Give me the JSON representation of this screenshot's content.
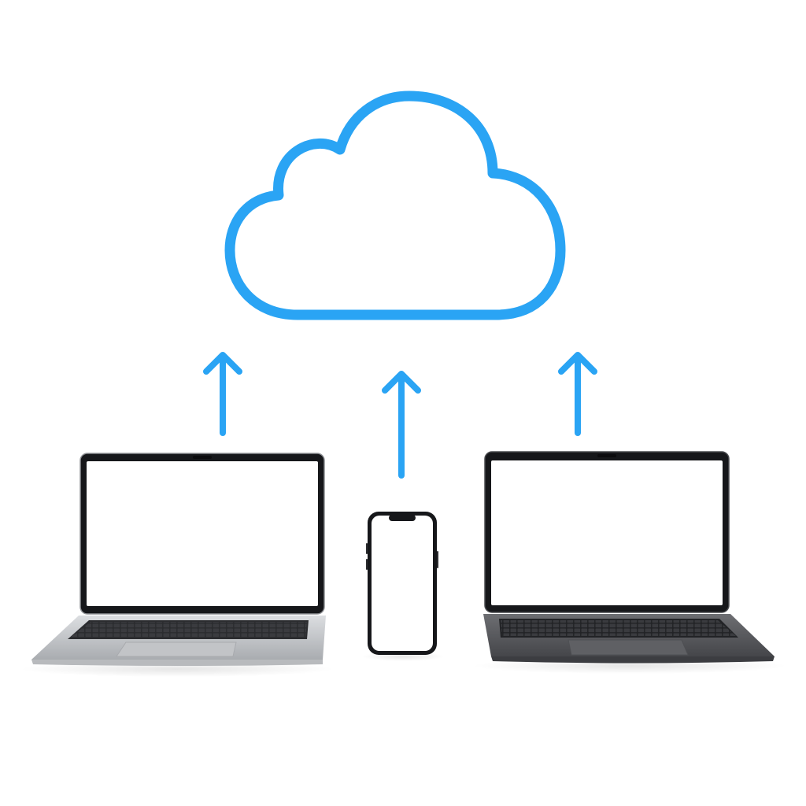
{
  "colors": {
    "background": "#ffffff",
    "accent": "#2aa4f4",
    "screen": "#ffffff",
    "bezel": "#16171a",
    "silver_body": "#c9cbce",
    "space_gray_body": "#5b5c60",
    "keyboard": "#2b2c2f"
  },
  "cloud": {
    "icon": "cloud-icon"
  },
  "arrows": [
    {
      "name": "upload-arrow-left",
      "icon": "arrow-up-icon",
      "direction": "up"
    },
    {
      "name": "upload-arrow-center",
      "icon": "arrow-up-icon",
      "direction": "up"
    },
    {
      "name": "upload-arrow-right",
      "icon": "arrow-up-icon",
      "direction": "up"
    }
  ],
  "devices": [
    {
      "name": "laptop-silver",
      "type": "laptop",
      "finish": "silver",
      "screen": "blank"
    },
    {
      "name": "smartphone",
      "type": "phone",
      "screen": "blank"
    },
    {
      "name": "laptop-space-gray",
      "type": "laptop",
      "finish": "space gray",
      "screen": "blank"
    }
  ]
}
